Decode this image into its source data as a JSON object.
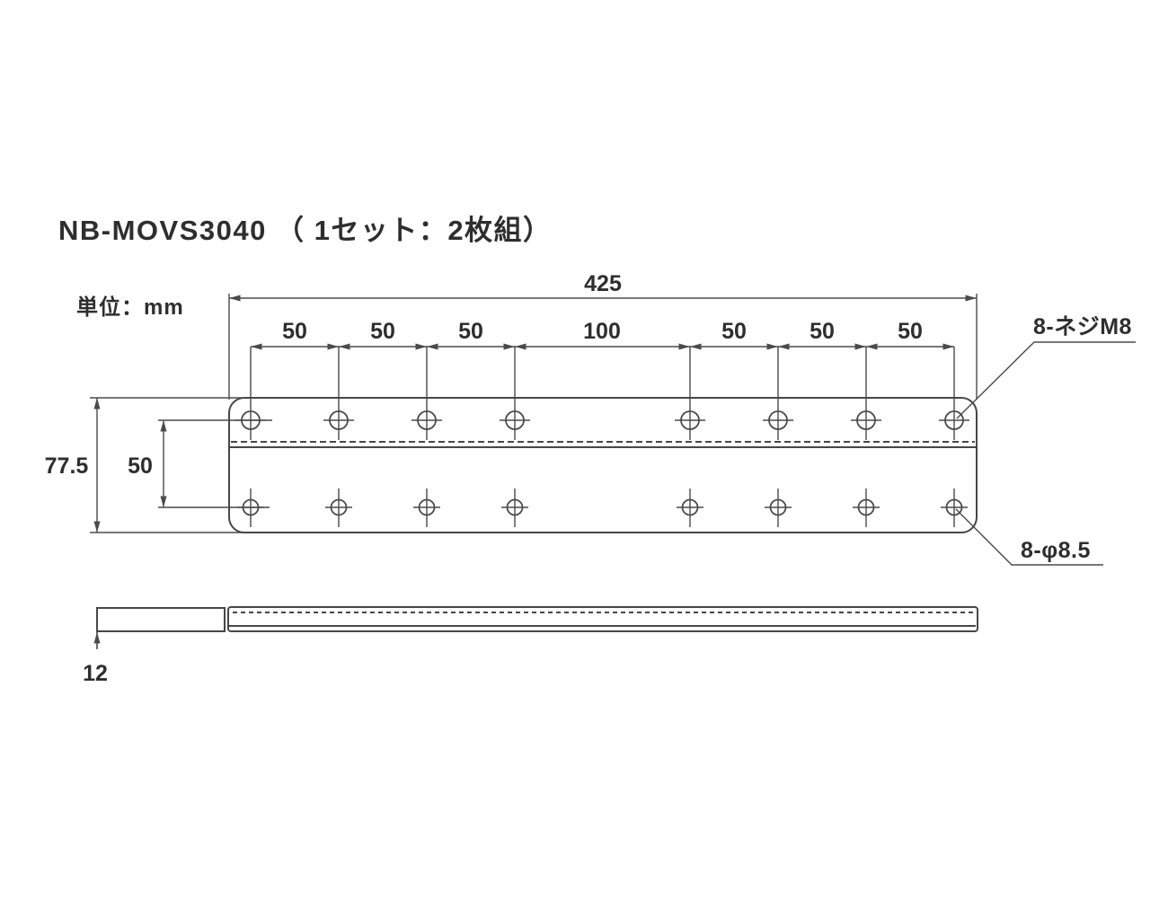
{
  "meta": {
    "title": "NB-MOVS3040 （ 1セット：2枚組）",
    "unit_label": "単位：mm"
  },
  "top_view": {
    "overall_width_label": "425",
    "hole_spacing_labels": [
      "50",
      "50",
      "50",
      "100",
      "50",
      "50",
      "50"
    ],
    "overall_height_label": "77.5",
    "row_spacing_label": "50",
    "screw_callout": "8-ネジM8",
    "through_hole_callout": "8-φ8.5",
    "holes_per_row": 8
  },
  "side_view": {
    "thickness_label": "12"
  },
  "colors": {
    "line": "#474747",
    "dim_line": "#4a4a4a",
    "text": "#2e2e2e",
    "background": "#ffffff"
  }
}
